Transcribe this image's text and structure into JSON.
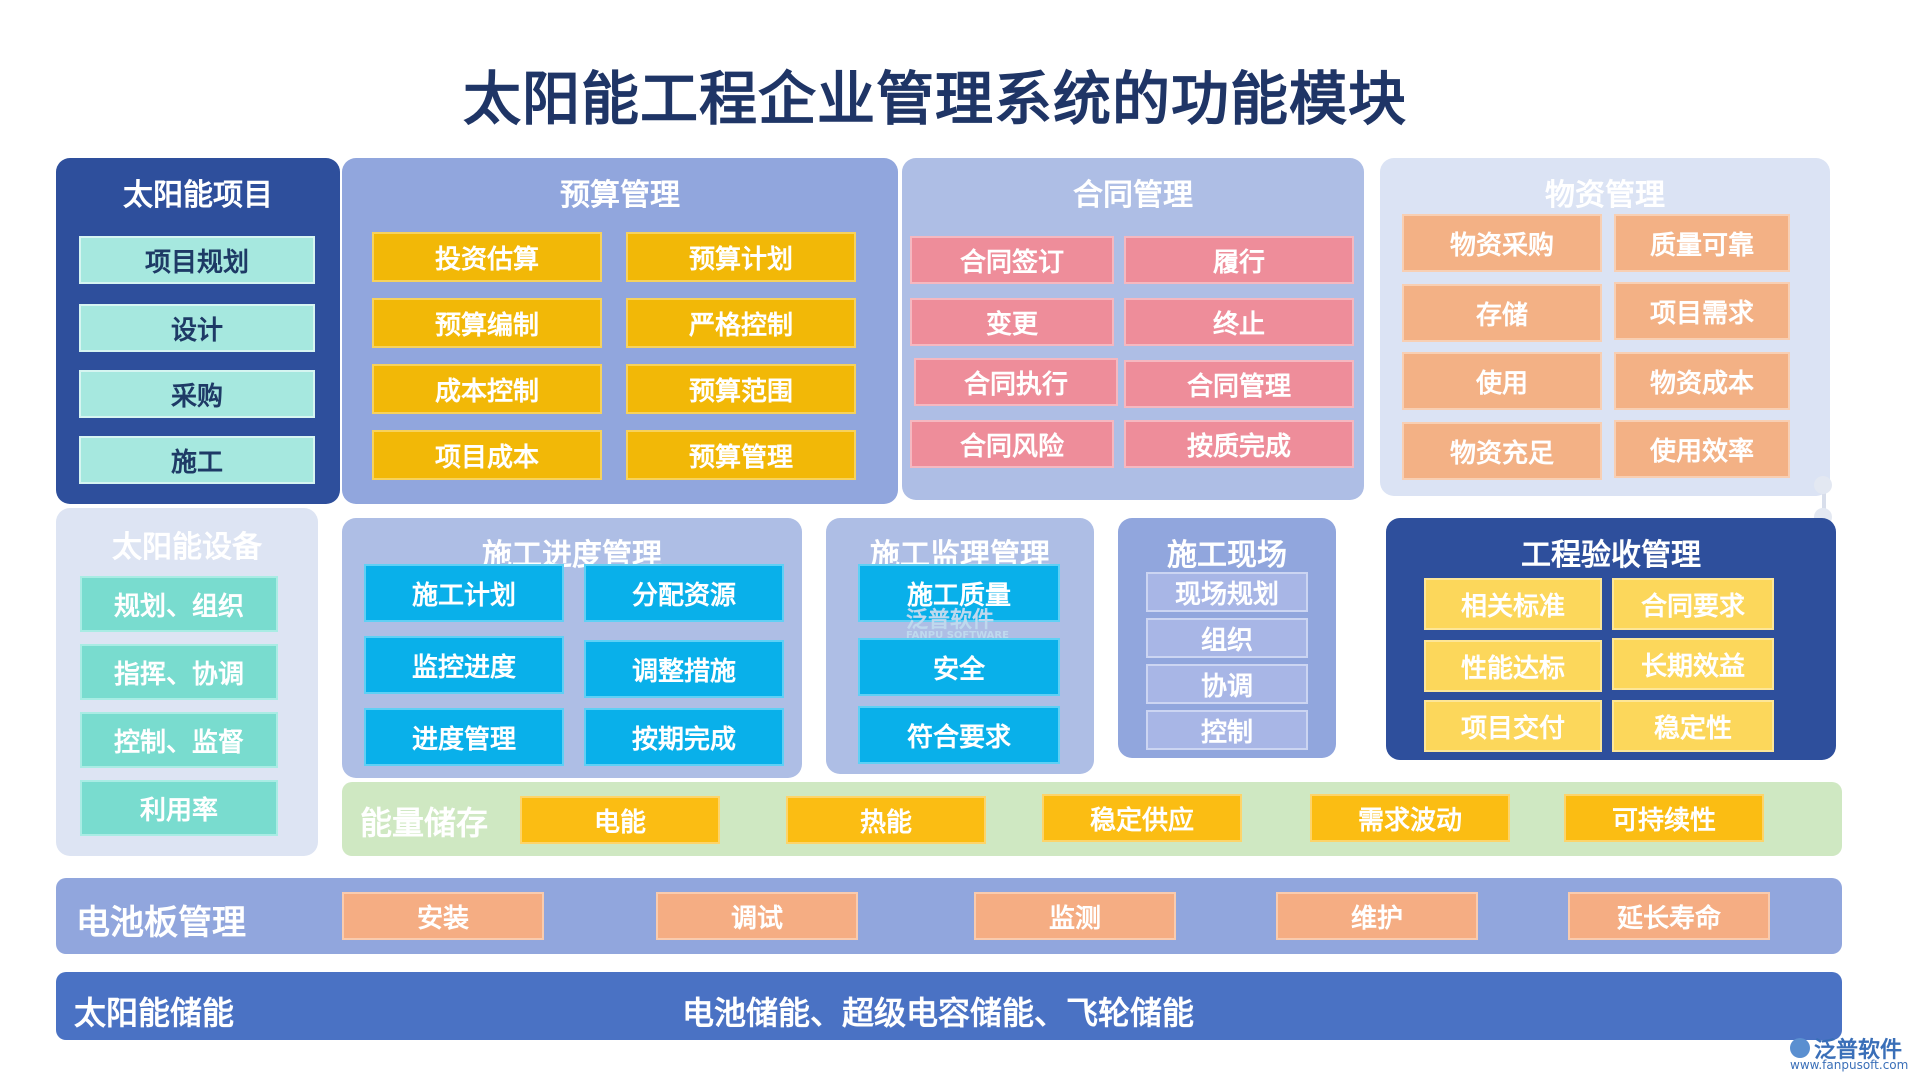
{
  "title": "太阳能工程企业管理系统的功能模块",
  "solar_project": {
    "title": "太阳能项目",
    "items": [
      "项目规划",
      "设计",
      "采购",
      "施工"
    ]
  },
  "budget": {
    "title": "预算管理",
    "items": [
      "投资估算",
      "预算计划",
      "预算编制",
      "严格控制",
      "成本控制",
      "预算范围",
      "项目成本",
      "预算管理"
    ]
  },
  "contract": {
    "title": "合同管理",
    "items": [
      "合同签订",
      "履行",
      "变更",
      "终止",
      "合同执行",
      "合同管理",
      "合同风险",
      "按质完成"
    ]
  },
  "materials": {
    "title": "物资管理",
    "items": [
      "物资采购",
      "质量可靠",
      "存储",
      "项目需求",
      "使用",
      "物资成本",
      "物资充足",
      "使用效率"
    ]
  },
  "equipment": {
    "title": "太阳能设备",
    "items": [
      "规划、组织",
      "指挥、协调",
      "控制、监督",
      "利用率"
    ]
  },
  "progress": {
    "title": "施工进度管理",
    "items": [
      "施工计划",
      "分配资源",
      "监控进度",
      "调整措施",
      "进度管理",
      "按期完成"
    ]
  },
  "supervision": {
    "title": "施工监理管理",
    "items": [
      "施工质量",
      "安全",
      "符合要求"
    ]
  },
  "site": {
    "title": "施工现场",
    "items": [
      "现场规划",
      "组织",
      "协调",
      "控制"
    ]
  },
  "acceptance": {
    "title": "工程验收管理",
    "items": [
      "相关标准",
      "合同要求",
      "性能达标",
      "长期效益",
      "项目交付",
      "稳定性"
    ]
  },
  "energy": {
    "title": "能量储存",
    "items": [
      "电能",
      "热能",
      "稳定供应",
      "需求波动",
      "可持续性"
    ]
  },
  "battery": {
    "title": "电池板管理",
    "items": [
      "安装",
      "调试",
      "监测",
      "维护",
      "延长寿命"
    ]
  },
  "storage": {
    "title": "太阳能储能",
    "text": "电池储能、超级电容储能、飞轮储能"
  },
  "watermark": {
    "center_cn": "泛普软件",
    "center_en": "FANPU SOFTWARE",
    "corner_cn": "泛普软件",
    "corner_url": "www.fanpusoft.com"
  }
}
